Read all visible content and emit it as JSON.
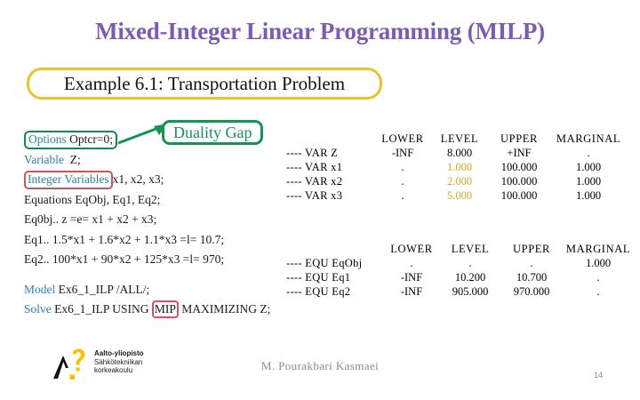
{
  "slide": {
    "title": "Mixed-Integer Linear Programming (MILP)",
    "title_color": "#7c5cb0",
    "example_heading": "Example 6.1: Transportation Problem",
    "example_border_color": "#e8c32e"
  },
  "callout": {
    "duality_gap_label": "Duality Gap",
    "color": "#139455"
  },
  "code": {
    "keyword_color": "#2f7fa8",
    "red_box_color": "#c9565e",
    "green_box_color": "#138a52",
    "line1_kw": "Options",
    "line1_rest": "Optcr=0;",
    "line2_kw": "Variable",
    "line2_rest": "Z;",
    "line3_kw": "Integer Variables",
    "line3_rest": "x1, x2, x3;",
    "line4": "Equations   EqObj, Eq1, Eq2;",
    "line5": "Eq0bj.. z =e= x1 + x2 + x3;",
    "line6": "Eq1.. 1.5*x1 + 1.6*x2 + 1.1*x3 =l= 10.7;",
    "line7": "Eq2.. 100*x1 + 90*x2 + 125*x3 =l= 970;",
    "line8_kw": "Model",
    "line8_rest": "Ex6_1_ILP /ALL/;",
    "line9_kw": "Solve",
    "line9_mid": "Ex6_1_ILP USING",
    "line9_boxed": "MIP",
    "line9_end": "MAXIMIZING Z;"
  },
  "var_table": {
    "headers": [
      "",
      "LOWER",
      "LEVEL",
      "UPPER",
      "MARGINAL"
    ],
    "rows": [
      {
        "label": "---- VAR Z",
        "lower": "-INF",
        "level": "8.000",
        "upper": "+INF",
        "marginal": ".",
        "level_gold": false
      },
      {
        "label": "---- VAR x1",
        "lower": ".",
        "level": "1.000",
        "upper": "100.000",
        "marginal": "1.000",
        "level_gold": true
      },
      {
        "label": "---- VAR x2",
        "lower": ".",
        "level": "2.000",
        "upper": "100.000",
        "marginal": "1.000",
        "level_gold": true
      },
      {
        "label": "---- VAR x3",
        "lower": ".",
        "level": "5.000",
        "upper": "100.000",
        "marginal": "1.000",
        "level_gold": true
      }
    ],
    "level_highlight_color": "#d2aa22"
  },
  "equ_table": {
    "headers": [
      "",
      "LOWER",
      "LEVEL",
      "UPPER",
      "MARGINAL"
    ],
    "rows": [
      {
        "label": "---- EQU EqObj",
        "lower": ".",
        "level": ".",
        "upper": ".",
        "marginal": "1.000"
      },
      {
        "label": "---- EQU Eq1",
        "lower": "-INF",
        "level": "10.200",
        "upper": "10.700",
        "marginal": "."
      },
      {
        "label": "---- EQU Eq2",
        "lower": "-INF",
        "level": "905.000",
        "upper": "970.000",
        "marginal": "."
      }
    ]
  },
  "footer": {
    "logo_line1": "Aalto-yliopisto",
    "logo_line2": "Sähkötekniikan",
    "logo_line3": "korkeakoulu",
    "logo_accent_color": "#f5c300",
    "author": "M. Pourakbari Kasmaei",
    "page_number": "14"
  }
}
